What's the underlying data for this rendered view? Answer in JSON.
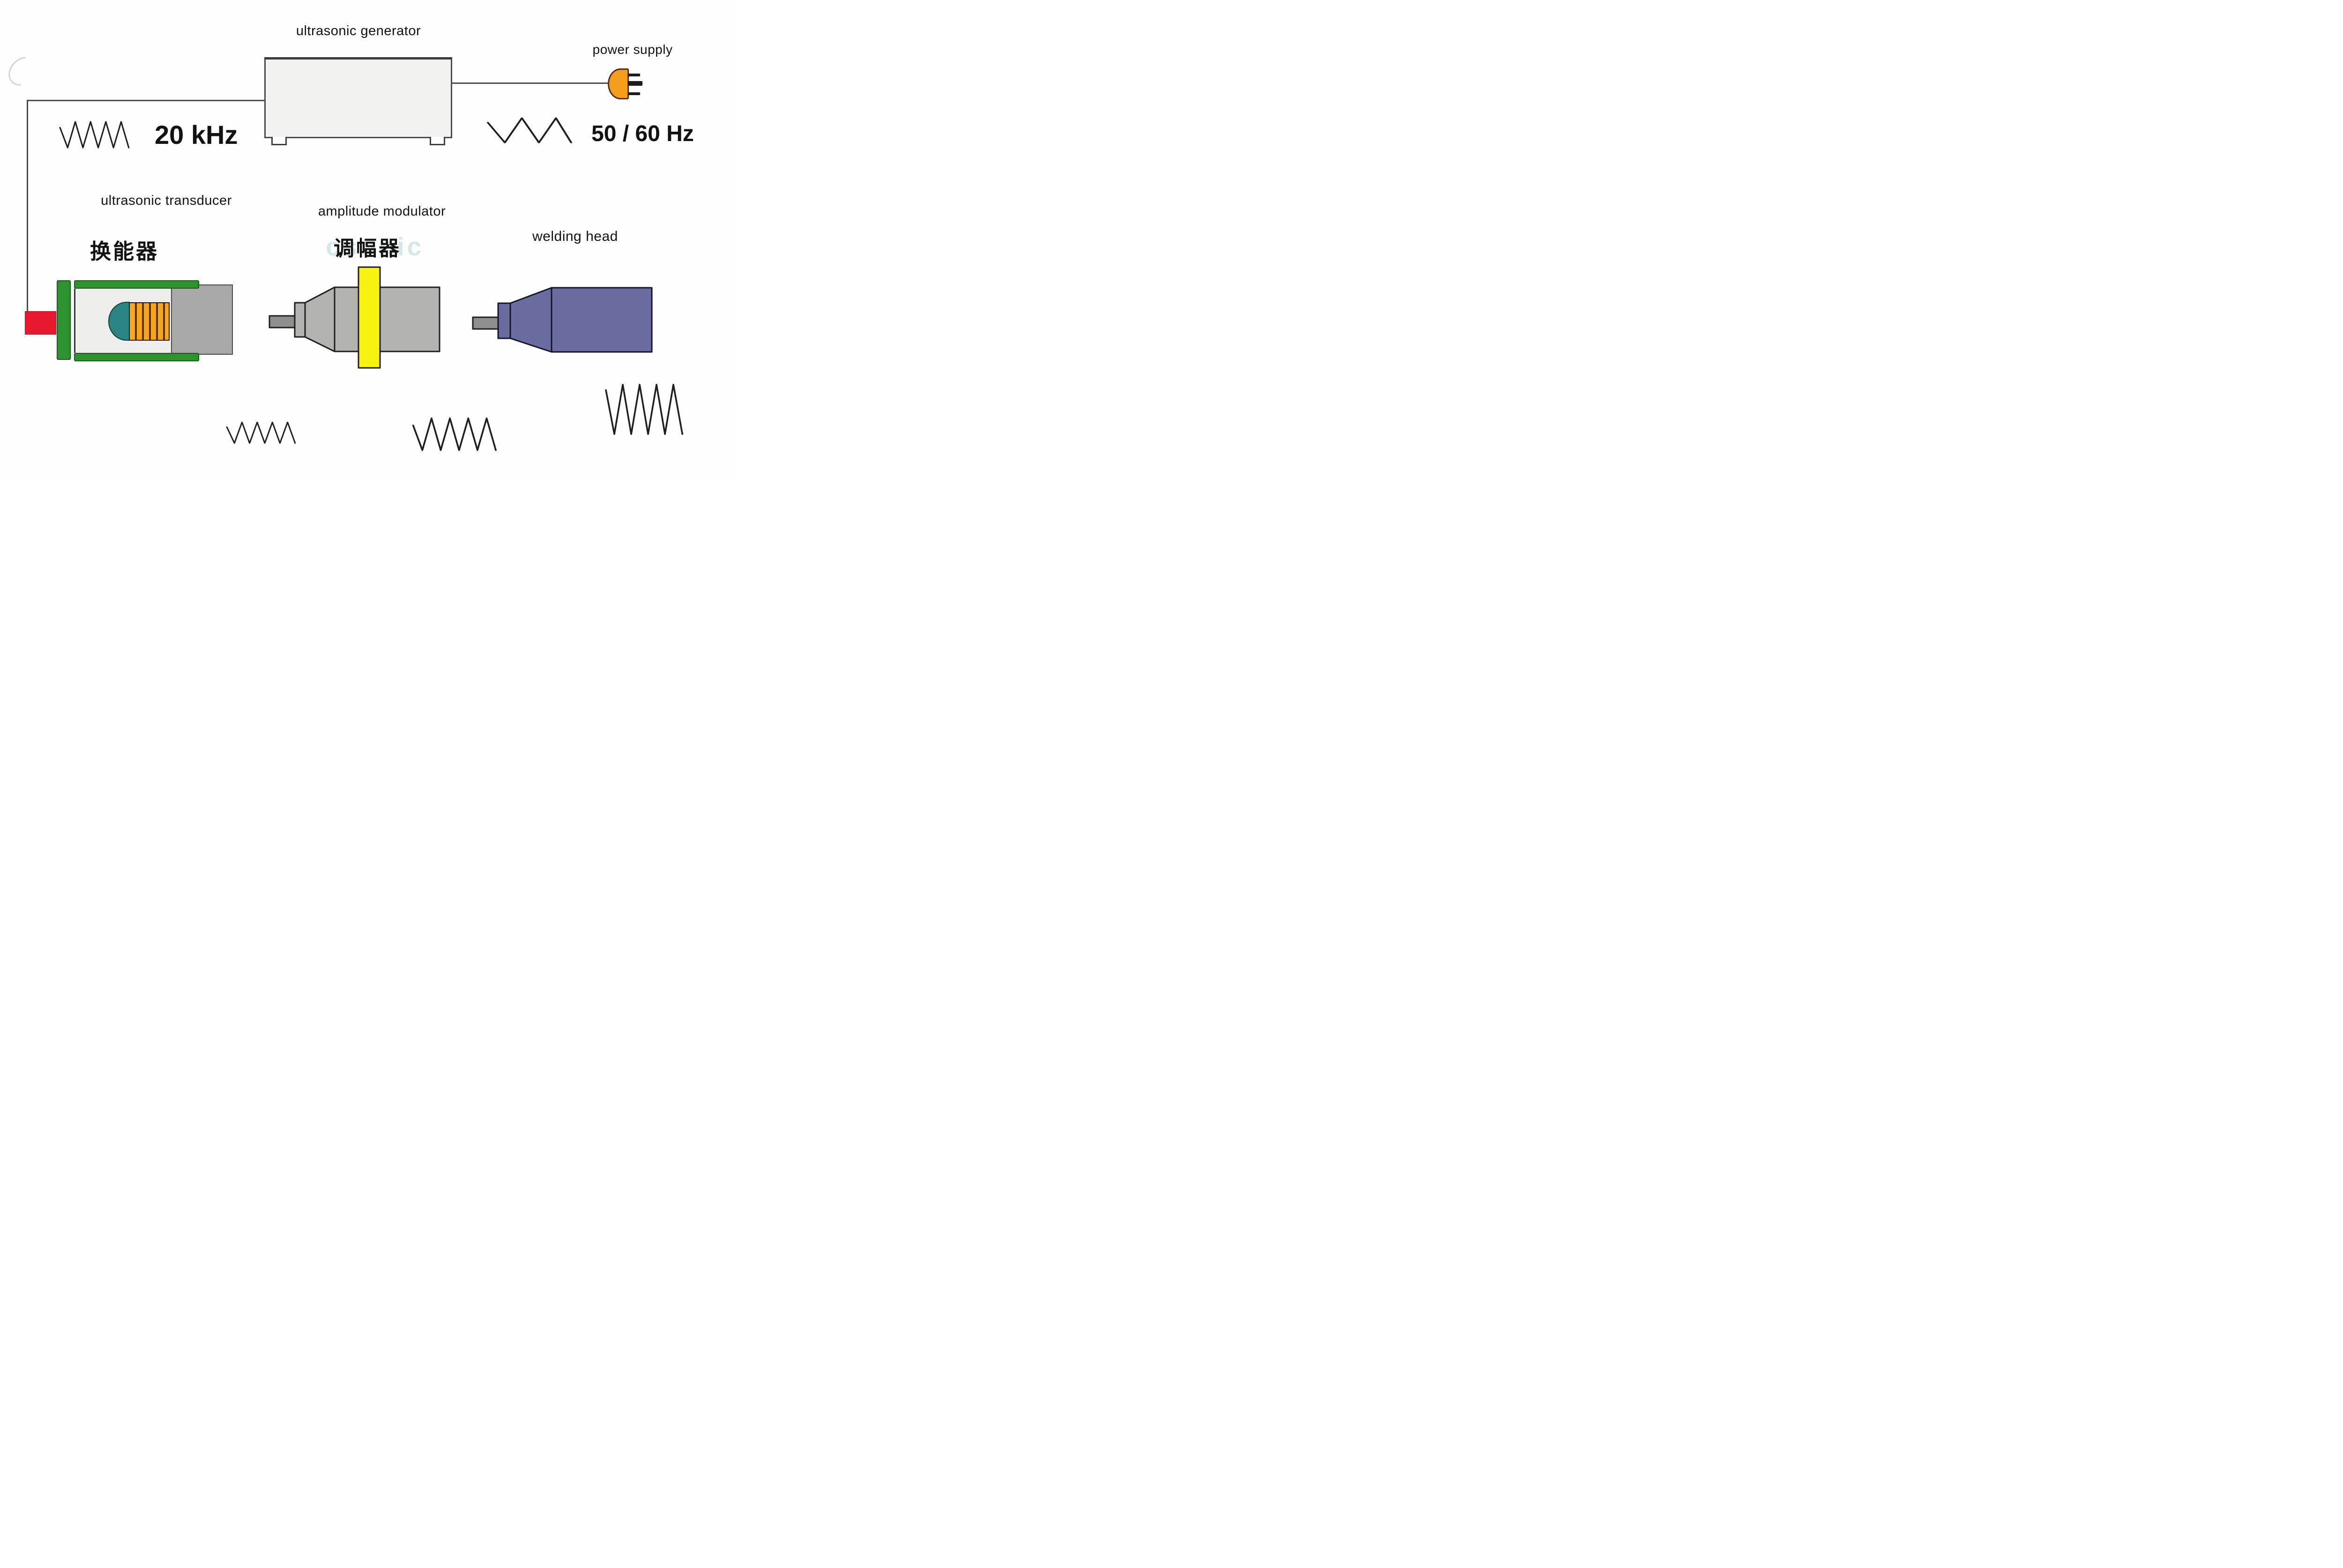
{
  "blocks": {
    "generator": {
      "label": "ultrasonic generator"
    },
    "power_supply": {
      "label": "power supply"
    },
    "transducer": {
      "label_en": "ultrasonic transducer",
      "label_zh": "换能器"
    },
    "modulator": {
      "label_en": "amplitude modulator",
      "label_zh": "调幅器"
    },
    "welding_head": {
      "label": "welding head"
    }
  },
  "signals": {
    "drive": {
      "label": "20 kHz",
      "wave_peaks": 4,
      "description": "high-frequency drive signal from generator to transducer"
    },
    "mains": {
      "label": "50 / 60 Hz",
      "wave_peaks": 2,
      "description": "mains power into generator"
    },
    "transducer_output": {
      "wave_peaks": 4
    },
    "modulator_output": {
      "wave_peaks": 4
    },
    "welding_head_output": {
      "wave_peaks": 4,
      "amplified": true
    }
  },
  "watermark": {
    "text": "csonic"
  },
  "colors": {
    "wire": "#4a4a4a",
    "generator_fill": "#f2f2f0",
    "plug_orange": "#f59e1e",
    "red_terminal": "#e8192e",
    "green_frame": "#2f9231",
    "teal_piezo": "#2c8482",
    "coil_orange": "#f5a61e",
    "coil_stripe": "#5a3008",
    "back_mass_gray": "#a9a9a9",
    "horn_gray": "#b3b3b1",
    "stub_gray": "#8f8f8d",
    "booster_yellow": "#f6f211",
    "welding_head_purple": "#686c9f",
    "line": "#1f1f1f"
  }
}
